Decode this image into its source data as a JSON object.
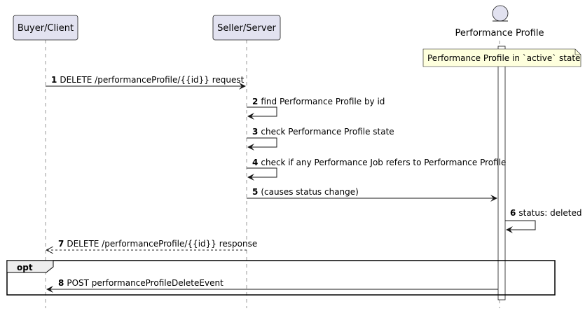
{
  "participants": {
    "buyer": {
      "name": "Buyer/Client"
    },
    "seller": {
      "name": "Seller/Server"
    },
    "profile": {
      "name": "Performance Profile"
    }
  },
  "note": {
    "text": "Performance Profile in `active` state"
  },
  "messages": [
    {
      "num": "1",
      "text": "DELETE /performanceProfile/{{id}} request"
    },
    {
      "num": "2",
      "text": "find Performance Profile by id"
    },
    {
      "num": "3",
      "text": "check Performance Profile state"
    },
    {
      "num": "4",
      "text": "check if any Performance Job refers to Performance Profile"
    },
    {
      "num": "5",
      "text": "(causes status change)"
    },
    {
      "num": "6",
      "text": "status: deleted"
    },
    {
      "num": "7",
      "text": "DELETE /performanceProfile/{{id}} response"
    },
    {
      "num": "8",
      "text": "POST performanceProfileDeleteEvent"
    }
  ],
  "fragment": {
    "label": "opt"
  },
  "colors": {
    "participant_fill": "#E2E2F0",
    "participant_border": "#181818",
    "note_fill": "#FEFFDD",
    "line": "#181818",
    "lifeline": "#999999"
  }
}
